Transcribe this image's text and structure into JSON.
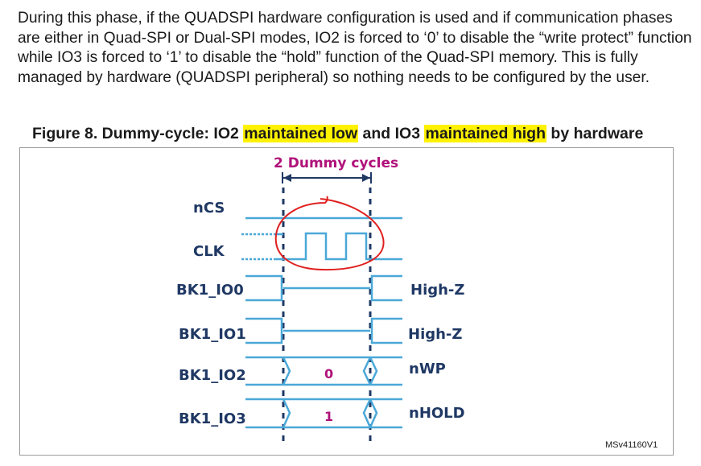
{
  "paragraph": "During this phase, if the QUADSPI hardware configuration is used and if communication phases are either in Quad-SPI or Dual-SPI modes, IO2 is forced to ‘0’ to disable the “write protect” function while IO3 is forced to ‘1’ to disable the “hold” function of the Quad-SPI memory. This is fully managed by hardware (QUADSPI peripheral) so nothing needs to be configured by the user.",
  "caption": {
    "part1": "Figure 8. Dummy-cycle: IO2 ",
    "highlight1": "maintained low",
    "part2": " and IO3 ",
    "highlight2": "maintained high",
    "part3": " by hardware"
  },
  "diagram": {
    "dummy_label": "2 Dummy cycles",
    "signals": {
      "ncs": "nCS",
      "clk": "CLK",
      "io0": "BK1_IO0",
      "io1": "BK1_IO1",
      "io2": "BK1_IO2",
      "io3": "BK1_IO3"
    },
    "states": {
      "io0": "High-Z",
      "io1": "High-Z",
      "io2": "nWP",
      "io3": "nHOLD"
    },
    "values": {
      "io2": "0",
      "io3": "1"
    },
    "reference": "MSv41160V1"
  },
  "colors": {
    "signal_line": "#4aa8d8",
    "dashed_marker": "#1f3864",
    "highlight": "#fff200",
    "annotation_red": "#e02020",
    "label_blue": "#1f3864",
    "value_magenta": "#b0127a"
  }
}
